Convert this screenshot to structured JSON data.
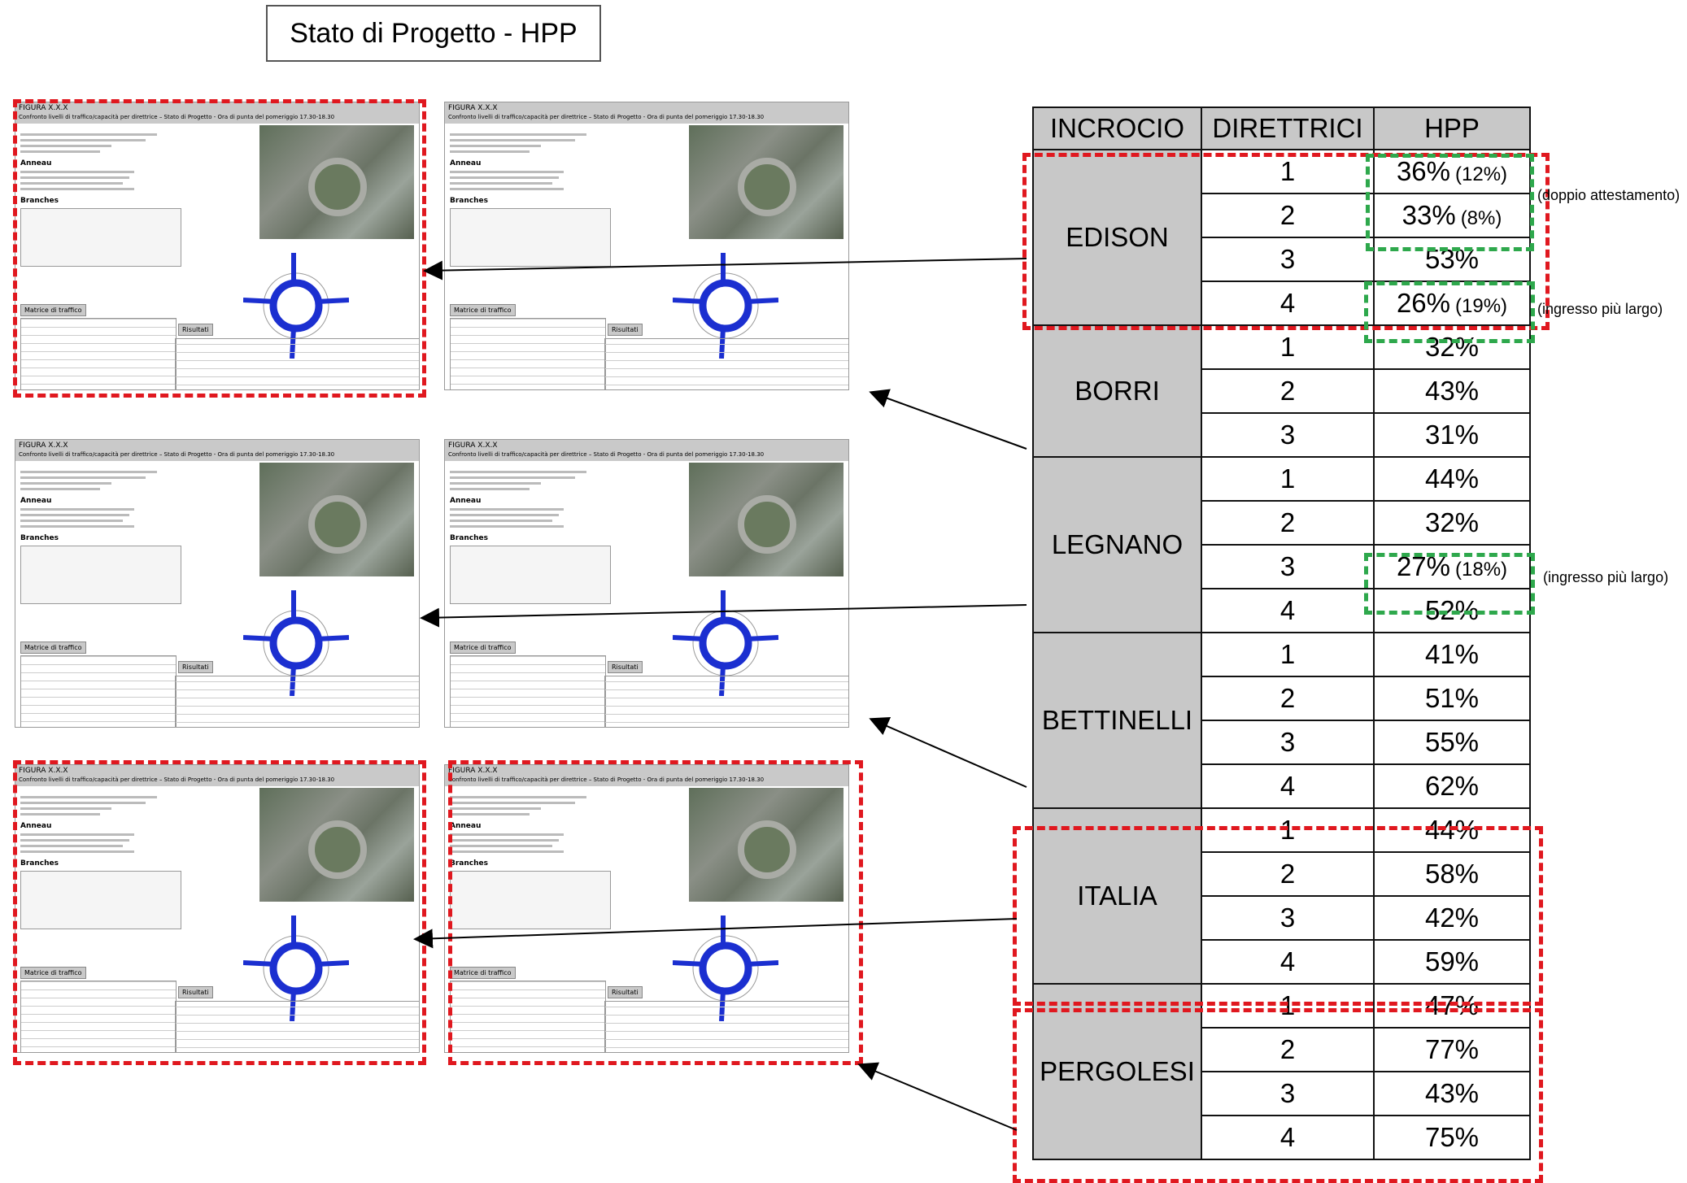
{
  "title": "Stato di Progetto - HPP",
  "table": {
    "headers": [
      "INCROCIO",
      "DIRETTRICI",
      "HPP"
    ],
    "groups": [
      {
        "name": "EDISON",
        "rows": [
          {
            "dir": "1",
            "hpp": "36%",
            "extra": "(12%)"
          },
          {
            "dir": "2",
            "hpp": "33%",
            "extra": "(8%)"
          },
          {
            "dir": "3",
            "hpp": "53%",
            "extra": ""
          },
          {
            "dir": "4",
            "hpp": "26%",
            "extra": "(19%)"
          }
        ]
      },
      {
        "name": "BORRI",
        "rows": [
          {
            "dir": "1",
            "hpp": "32%",
            "extra": ""
          },
          {
            "dir": "2",
            "hpp": "43%",
            "extra": ""
          },
          {
            "dir": "3",
            "hpp": "31%",
            "extra": ""
          }
        ]
      },
      {
        "name": "LEGNANO",
        "rows": [
          {
            "dir": "1",
            "hpp": "44%",
            "extra": ""
          },
          {
            "dir": "2",
            "hpp": "32%",
            "extra": ""
          },
          {
            "dir": "3",
            "hpp": "27%",
            "extra": "(18%)"
          },
          {
            "dir": "4",
            "hpp": "52%",
            "extra": ""
          }
        ]
      },
      {
        "name": "BETTINELLI",
        "rows": [
          {
            "dir": "1",
            "hpp": "41%",
            "extra": ""
          },
          {
            "dir": "2",
            "hpp": "51%",
            "extra": ""
          },
          {
            "dir": "3",
            "hpp": "55%",
            "extra": ""
          },
          {
            "dir": "4",
            "hpp": "62%",
            "extra": ""
          }
        ]
      },
      {
        "name": "ITALIA",
        "rows": [
          {
            "dir": "1",
            "hpp": "44%",
            "extra": ""
          },
          {
            "dir": "2",
            "hpp": "58%",
            "extra": ""
          },
          {
            "dir": "3",
            "hpp": "42%",
            "extra": ""
          },
          {
            "dir": "4",
            "hpp": "59%",
            "extra": ""
          }
        ]
      },
      {
        "name": "PERGOLESI",
        "rows": [
          {
            "dir": "1",
            "hpp": "47%",
            "extra": ""
          },
          {
            "dir": "2",
            "hpp": "77%",
            "extra": ""
          },
          {
            "dir": "3",
            "hpp": "43%",
            "extra": ""
          },
          {
            "dir": "4",
            "hpp": "75%",
            "extra": ""
          }
        ]
      }
    ]
  },
  "notes": {
    "doppio": "(doppio attestamento)",
    "ingresso1": "(ingresso più largo)",
    "ingresso2": "(ingresso più largo)"
  },
  "thumb": {
    "heading": "FIGURA X.X.X",
    "subheading": "Confronto livelli di traffico/capacità per direttrice – Stato di Progetto - Ora di punta del pomeriggio 17.30-18.30",
    "annexe": "Anneau",
    "branches": "Branches",
    "matrix": "Matrice di traffico",
    "results": "Risultati"
  },
  "colors": {
    "red": "#e0181f",
    "green": "#2ea84c",
    "header_gray": "#c8c8c8",
    "roundabout_blue": "#1b2fd0"
  }
}
